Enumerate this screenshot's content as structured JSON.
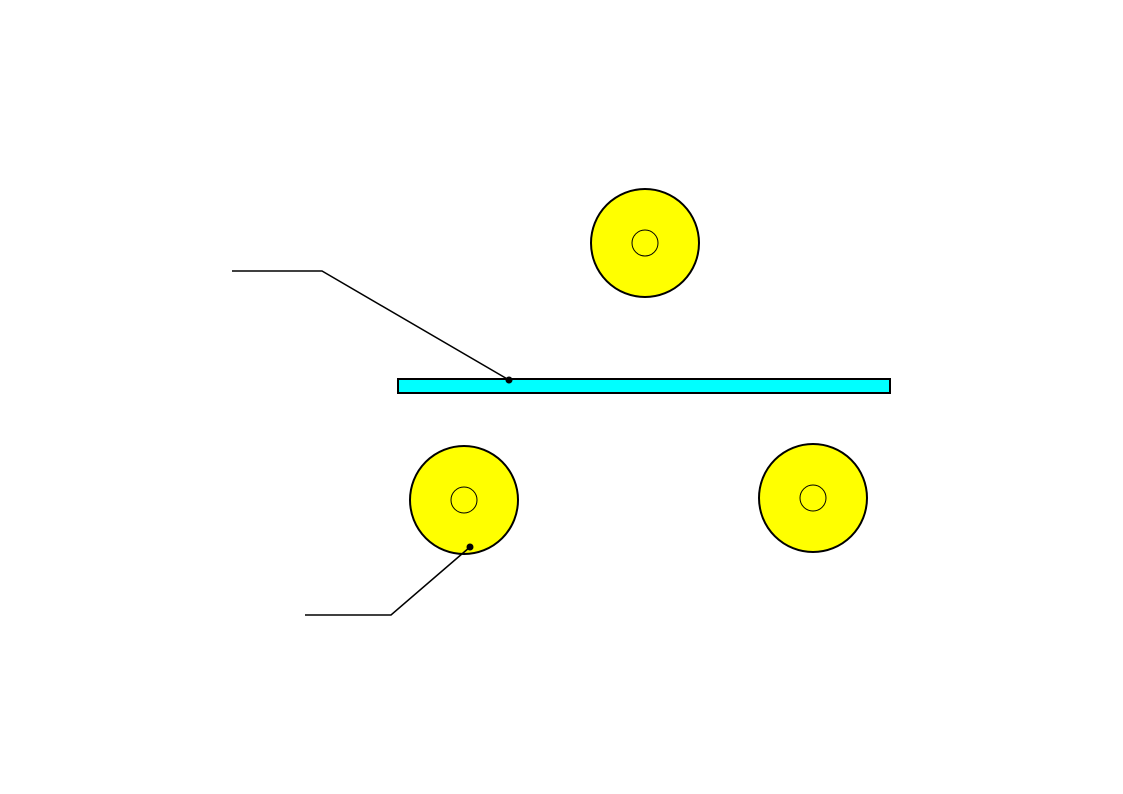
{
  "diagram": {
    "colors": {
      "background": "#ffffff",
      "strip_fill": "#00ffff",
      "roller_fill": "#ffff00",
      "outline": "#000000"
    },
    "elements": [
      {
        "kind": "strip",
        "name": "cyan-strip"
      },
      {
        "kind": "roller",
        "name": "top-roller"
      },
      {
        "kind": "roller",
        "name": "bottom-left-roller"
      },
      {
        "kind": "roller",
        "name": "bottom-right-roller"
      },
      {
        "kind": "leader",
        "name": "strip-leader-line",
        "points_to": "cyan-strip",
        "label": ""
      },
      {
        "kind": "leader",
        "name": "roller-leader-line",
        "points_to": "bottom-left-roller",
        "label": ""
      }
    ]
  }
}
